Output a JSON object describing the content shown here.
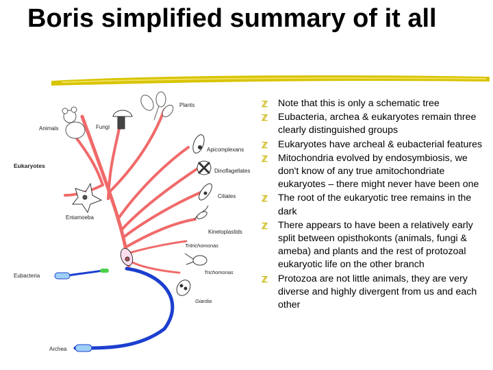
{
  "slide": {
    "title": "Boris simplified summary of it all",
    "accent_color": "#d8c400",
    "bullet_icon": "z-bullet-icon"
  },
  "tree": {
    "labels": {
      "plants": "Plants",
      "animals": "Animals",
      "fungi": "Fungi",
      "eukaryotes": "Eukaryotes",
      "apicomplexans": "Apicomplexans",
      "dinoflagellates": "Dinoflagellates",
      "ciliates": "Ciliates",
      "entamoeba": "Entamoeba",
      "kinetoplastids": "Kinetoplastids",
      "trichomonas_top": "Tritrichomonas",
      "trichomonas": "Trichomonas",
      "eubacteria": "Eubacteria",
      "giardia": "Giardia",
      "archea": "Archea"
    },
    "colors": {
      "eukaryote_branch": "#f06a6a",
      "prokaryote_branch": "#1c3fcf",
      "bacteria_pill": "#9fd0f5",
      "mito_pill": "#4bd04b"
    }
  },
  "bullets": [
    "Note that this is only a schematic tree",
    "Eubacteria, archea & eukaryotes remain three clearly distinguished groups",
    "Eukaryotes have archeal & eubacterial features",
    "Mitochondria evolved by endosymbiosis, we don't know of any true amitochondriate eukaryotes – there might never have been one",
    "The root of the eukaryotic tree remains in the dark",
    "There appears to have been a relatively early split between opisthokonts (animals, fungi & ameba) and plants and the rest of protozoal eukaryotic life on the other branch",
    "Protozoa are not little animals, they are very diverse and highly divergent from us and each other"
  ]
}
